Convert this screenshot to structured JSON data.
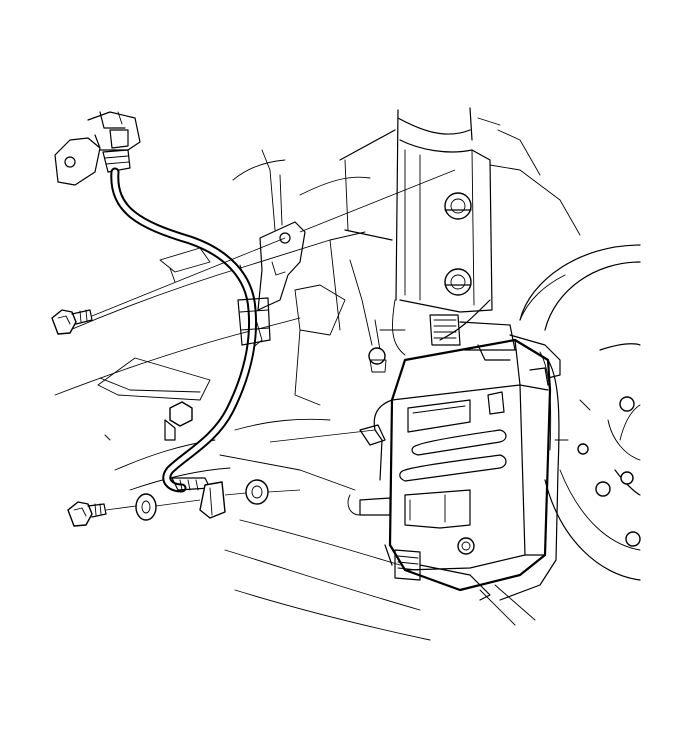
{
  "figure": {
    "kind": "exploded-view line illustration",
    "stroke_color": "#000000",
    "background_color": "#ffffff"
  },
  "parts": [
    {
      "name": "upper-hose-bracket-mount",
      "icon": "bracket-icon"
    },
    {
      "name": "brake-hose",
      "icon": "hose-icon"
    },
    {
      "name": "hose-retaining-bracket",
      "icon": "bracket-icon"
    },
    {
      "name": "bracket-bolt",
      "icon": "bolt-icon"
    },
    {
      "name": "banjo-bolt",
      "icon": "bolt-icon"
    },
    {
      "name": "copper-washer-outer",
      "icon": "washer-icon"
    },
    {
      "name": "banjo-fitting",
      "icon": "fitting-icon"
    },
    {
      "name": "copper-washer-inner",
      "icon": "washer-icon"
    },
    {
      "name": "brake-caliper",
      "icon": "caliper-icon"
    },
    {
      "name": "brake-rotor",
      "icon": "rotor-icon"
    },
    {
      "name": "steering-knuckle",
      "icon": "knuckle-icon"
    },
    {
      "name": "strut-assembly",
      "icon": "strut-icon"
    },
    {
      "name": "frame-rail",
      "icon": "frame-icon"
    }
  ]
}
